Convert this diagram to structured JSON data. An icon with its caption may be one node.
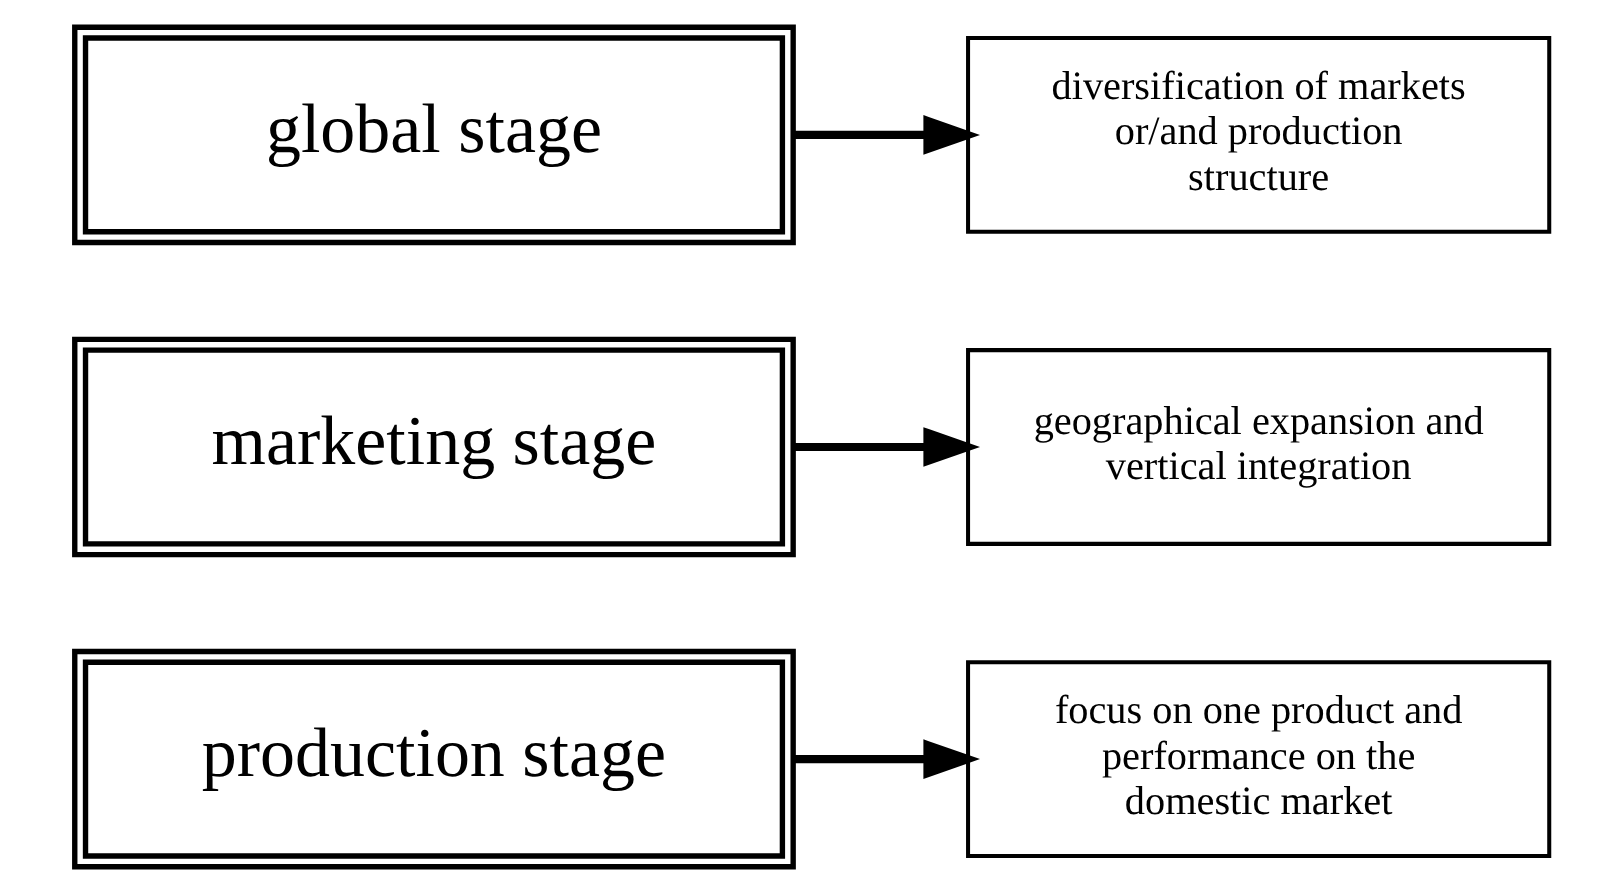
{
  "diagram": {
    "nodes": [
      {
        "text": [
          "production stage"
        ]
      },
      {
        "text": [
          "focus on one product and performance on the domestic market"
        ]
      },
      {
        "text": [
          "marketing stage"
        ]
      },
      {
        "text": [
          "geographical expansion and vertical integration"
        ]
      },
      {
        "text": [
          "global stage"
        ]
      },
      {
        "text": [
          "diversification of markets or/and production structure"
        ]
      }
    ],
    "edges": [
      {
        "from": 0,
        "to": 1,
        "arrow": "to"
      },
      {
        "from": 2,
        "to": 3,
        "arrow": "to"
      },
      {
        "from": 4,
        "to": 5,
        "arrow": "to"
      }
    ]
  }
}
